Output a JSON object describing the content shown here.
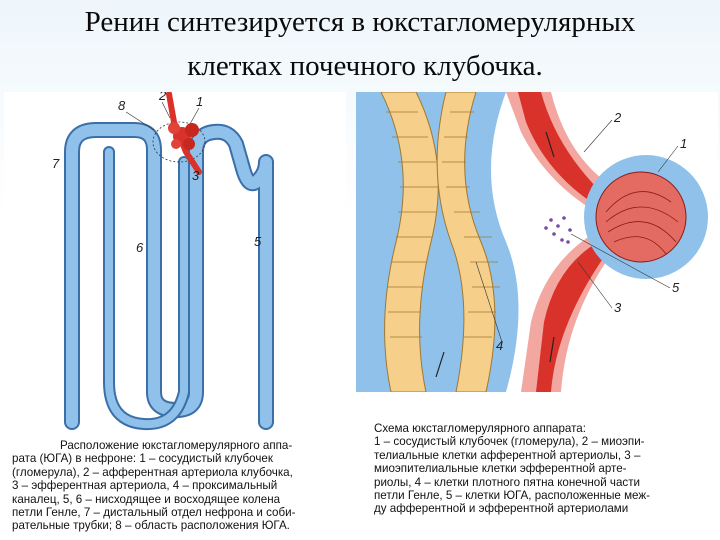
{
  "title": {
    "line1": "Ренин синтезируется в юкстагломерулярных",
    "line2": "клетках почечного клубочка."
  },
  "left_figure": {
    "labels": [
      "8",
      "2",
      "1",
      "7",
      "3",
      "6",
      "5"
    ],
    "caption_lines": [
      "Расположение юкстагломерулярного аппа-",
      "рата (ЮГА) в нефроне: 1 – сосудистый клубочек",
      "(гломерула), 2 – афферентная артериола клубочка,",
      "3 – эфферентная артериола, 4 – проксимальный",
      "каналец, 5, 6 – нисходящее и восходящее колена",
      "петли Генле, 7 – дистальный отдел нефрона и соби-",
      "рательные трубки; 8 – область расположения ЮГА."
    ]
  },
  "right_figure": {
    "labels": [
      "2",
      "1",
      "5",
      "3",
      "4"
    ],
    "caption_lines": [
      "Схема юкстагломерулярного аппарата:",
      "1 – сосудистый клубочек (гломерула), 2 – миоэпи-",
      "телиальные клетки афферентной артериолы, 3 –",
      "миоэпителиальные клетки эфферентной арте-",
      "риолы, 4 – клетки плотного пятна конечной части",
      "петли Генле, 5 – клетки ЮГА, расположенные меж-",
      "ду афферентной и эфферентной артериолами"
    ]
  },
  "colors": {
    "tubule": "#7fb6e6",
    "tubule_outline": "#3b6fa8",
    "vessel_red": "#d9322a",
    "vessel_pink": "#f2a7a0",
    "cells_yellow": "#f6cf8a",
    "dots_purple": "#7a4aa8"
  }
}
